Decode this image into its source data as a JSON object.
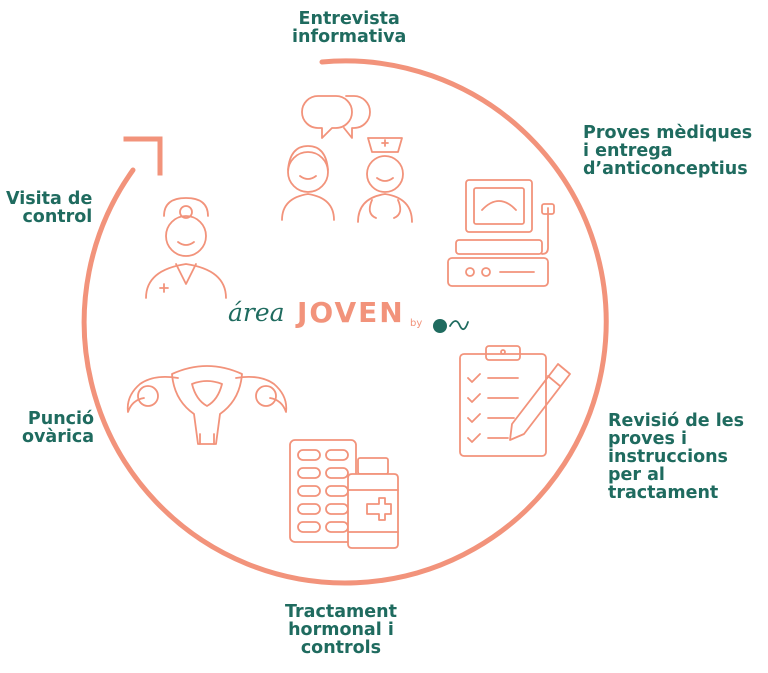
{
  "logo": {
    "area": "área",
    "joven": "JOVEN",
    "by": "by"
  },
  "steps": [
    {
      "lines": [
        "Entrevista",
        "informativa"
      ]
    },
    {
      "lines": [
        "Proves mèdiques",
        "i entrega",
        "d’anticonceptius"
      ]
    },
    {
      "lines": [
        "Revisió de les",
        "proves i",
        "instruccions",
        "per al",
        "tractament"
      ]
    },
    {
      "lines": [
        "Tractament",
        "hormonal i",
        "controls"
      ]
    },
    {
      "lines": [
        "Punció",
        "ovàrica"
      ]
    },
    {
      "lines": [
        "Visita de",
        "control"
      ]
    }
  ],
  "colors": {
    "accent": "#f2937b",
    "text": "#1f6b5f"
  },
  "icons": [
    "speech-bubbles-icon",
    "patients-icon",
    "nurse-icon",
    "ultrasound-machine-icon",
    "clipboard-checklist-icon",
    "pencil-icon",
    "pill-blister-icon",
    "medicine-bottle-icon",
    "uterus-icon",
    "doctor-icon",
    "brand-mark-icon"
  ]
}
